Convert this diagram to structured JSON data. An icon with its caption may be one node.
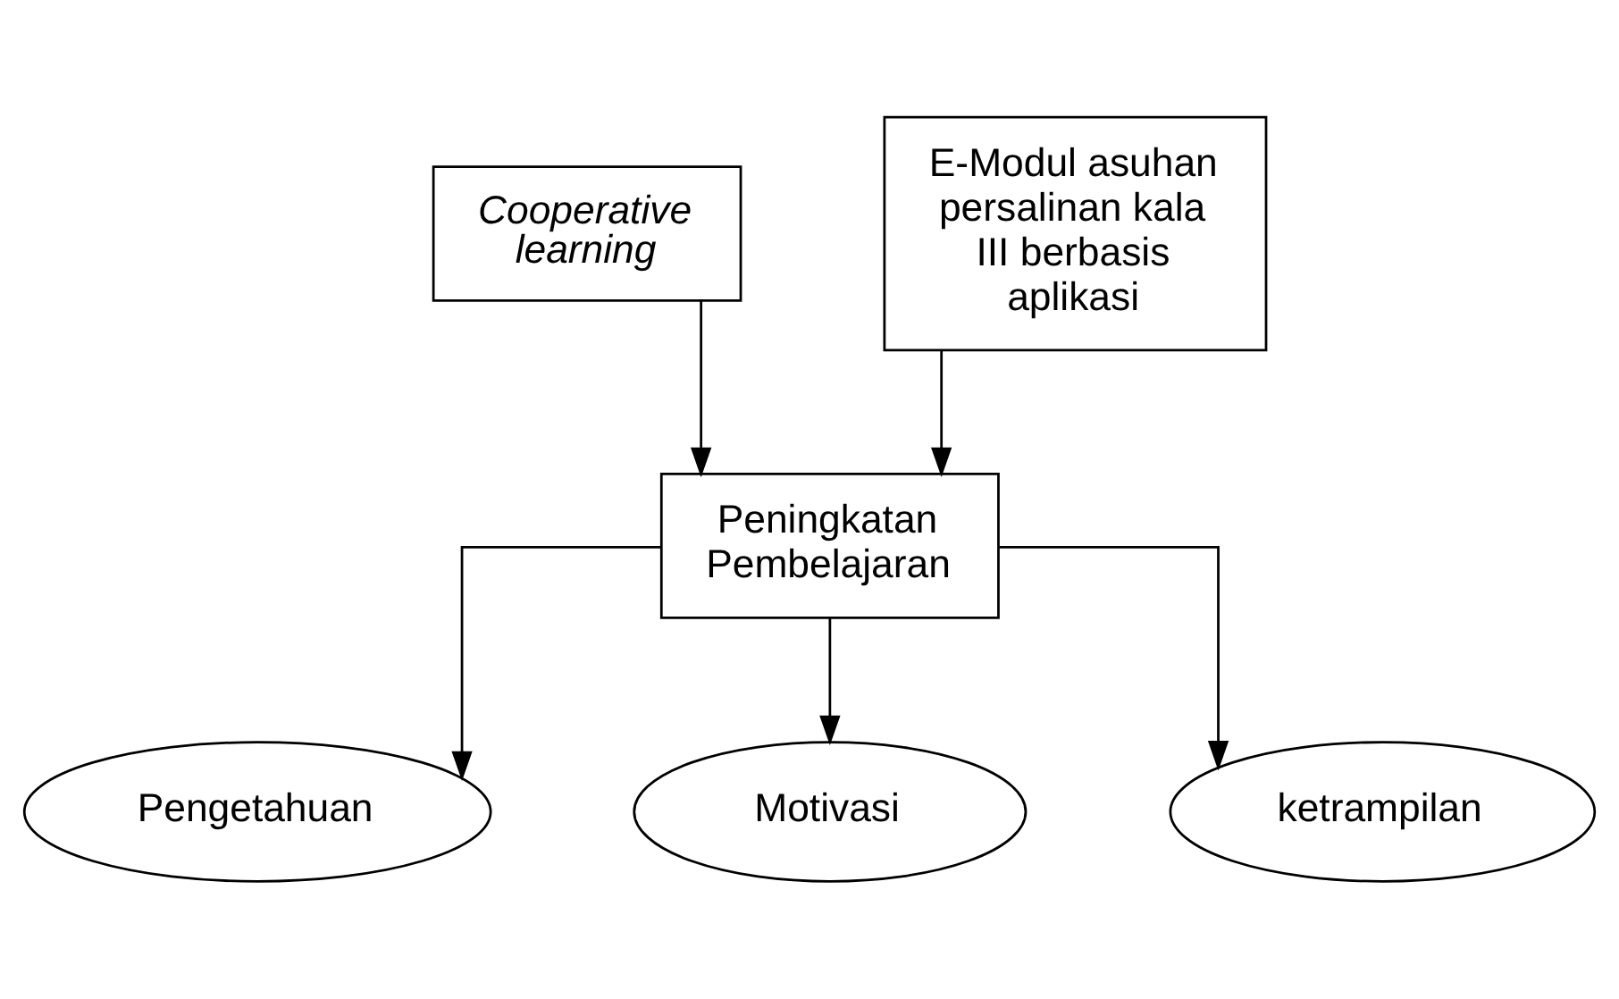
{
  "diagram": {
    "nodes": [
      {
        "text": [
          "Cooperative learning"
        ]
      },
      {
        "text": [
          "E-Modul asuhan persalinan kala III berbasis aplikasi"
        ]
      },
      {
        "text": [
          "Peningkatan Pembelajaran"
        ]
      },
      {
        "text": [
          "Pengetahuan"
        ]
      },
      {
        "text": [
          "Motivasi"
        ]
      },
      {
        "text": [
          "ketrampilan"
        ]
      }
    ],
    "edges": [
      {
        "from": 0,
        "to": 2,
        "arrow": "to"
      },
      {
        "from": 1,
        "to": 2,
        "arrow": "to"
      },
      {
        "from": 2,
        "to": 3,
        "arrow": "to"
      },
      {
        "from": 2,
        "to": 4,
        "arrow": "to"
      },
      {
        "from": 2,
        "to": 5,
        "arrow": "to"
      }
    ]
  }
}
